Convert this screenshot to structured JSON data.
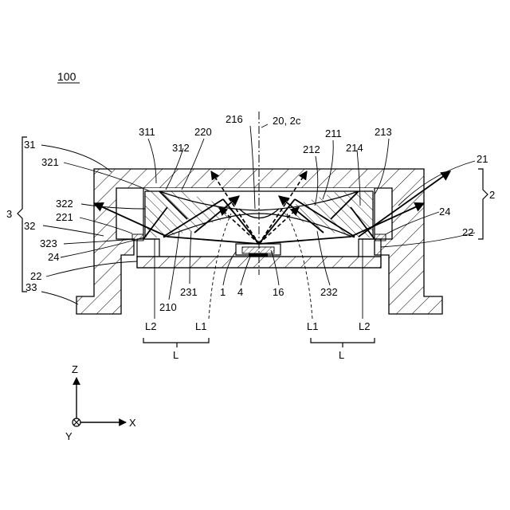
{
  "figure": {
    "number": "100"
  },
  "axes": {
    "z": "Z",
    "x": "X",
    "y": "Y"
  },
  "labels": {
    "l311": "311",
    "l220": "220",
    "l216": "216",
    "l20": "20, 2c",
    "l211": "211",
    "l213": "213",
    "l31": "31",
    "l312": "312",
    "l212": "212",
    "l214": "214",
    "l21": "21",
    "l321": "321",
    "l2": "2",
    "l3": "3",
    "l322": "322",
    "l221": "221",
    "l32": "32",
    "l24a": "24",
    "l323": "323",
    "l24b": "24",
    "l22a": "22",
    "l22b": "22",
    "l33": "33",
    "l210": "210",
    "l231": "231",
    "l1": "1",
    "l4": "4",
    "l16": "16",
    "l232": "232",
    "lL2a": "L2",
    "lL1a": "L1",
    "lL1b": "L1",
    "lL2b": "L2",
    "lLa": "L",
    "lLb": "L"
  }
}
